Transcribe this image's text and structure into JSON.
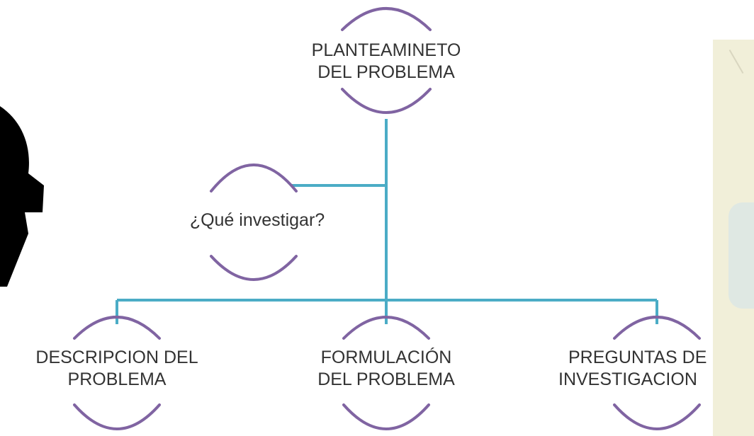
{
  "diagram": {
    "root": {
      "text_line1": "PLANTEAMINETO",
      "text_line2": "DEL PROBLEMA"
    },
    "side": {
      "text": "¿Qué investigar?"
    },
    "children": [
      {
        "text_line1": "DESCRIPCION DEL",
        "text_line2": "PROBLEMA"
      },
      {
        "text_line1": "FORMULACIÓN",
        "text_line2": "DEL PROBLEMA"
      },
      {
        "text_line1_a": "PREGUNTAS ",
        "text_line1_b": "DE",
        "text_line2_a": "INVESTIGACIO",
        "text_line2_b": "N"
      }
    ]
  },
  "colors": {
    "connector": "#4bacc6",
    "arc": "#8064a2",
    "text": "#333333",
    "panel": "#f1efd9"
  }
}
